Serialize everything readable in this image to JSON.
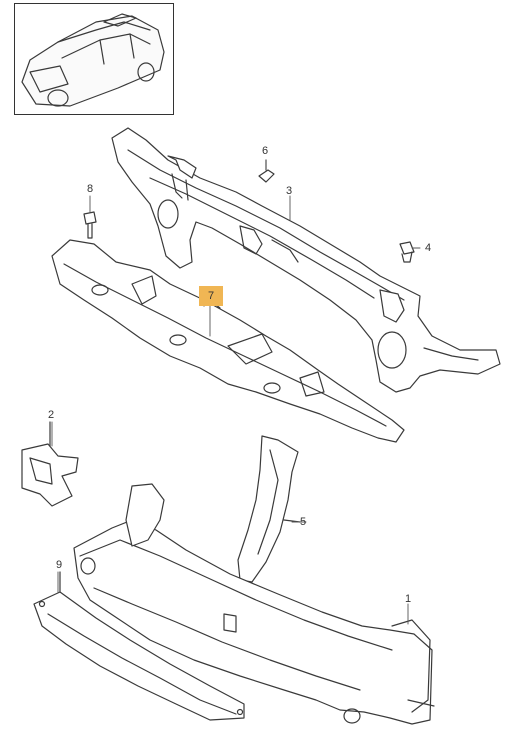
{
  "diagram": {
    "callouts": {
      "c1": "1",
      "c2": "2",
      "c3": "3",
      "c4": "4",
      "c5": "5",
      "c6": "6",
      "c7": "7",
      "c8": "8",
      "c9": "9"
    },
    "highlight_color": "#f0b654"
  }
}
